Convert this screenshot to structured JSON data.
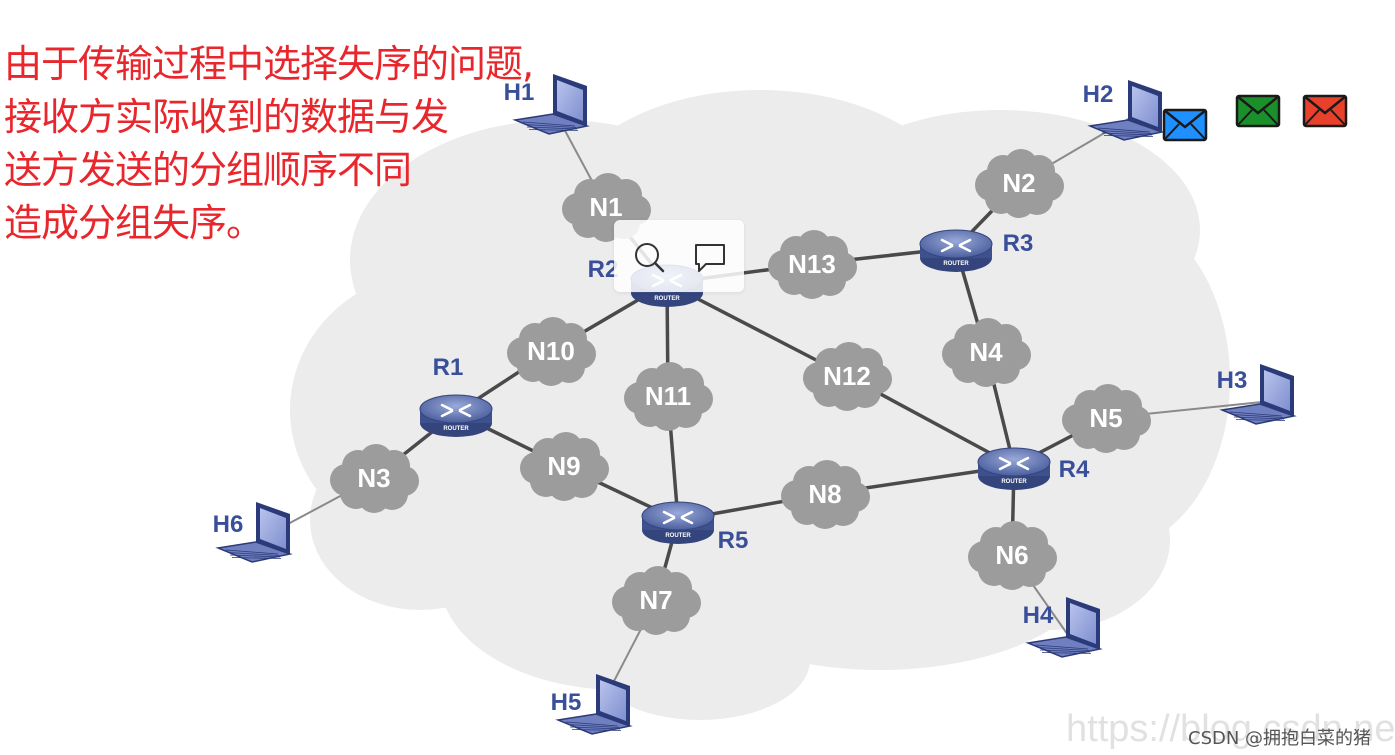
{
  "caption": {
    "line1": "由于传输过程中选择失序的问题,",
    "line2": "接收方实际收到的数据与发",
    "line3": "送方发送的分组顺序不同",
    "line4": "造成分组失序。"
  },
  "nodes": {
    "hosts": [
      "H1",
      "H2",
      "H3",
      "H4",
      "H5",
      "H6"
    ],
    "routers": [
      "R1",
      "R2",
      "R3",
      "R4",
      "R5"
    ],
    "networks": [
      "N1",
      "N2",
      "N3",
      "N4",
      "N5",
      "N6",
      "N7",
      "N8",
      "N9",
      "N10",
      "N11",
      "N12",
      "N13"
    ],
    "router_badge": "ROUTER"
  },
  "edges": [
    [
      "H1",
      "N1"
    ],
    [
      "N1",
      "R2"
    ],
    [
      "R2",
      "N13"
    ],
    [
      "N13",
      "R3"
    ],
    [
      "R3",
      "N2"
    ],
    [
      "N2",
      "H2"
    ],
    [
      "R3",
      "N4"
    ],
    [
      "N4",
      "R4"
    ],
    [
      "R4",
      "N5"
    ],
    [
      "N5",
      "H3"
    ],
    [
      "R4",
      "N6"
    ],
    [
      "N6",
      "H4"
    ],
    [
      "R2",
      "N10"
    ],
    [
      "N10",
      "R1"
    ],
    [
      "R1",
      "N3"
    ],
    [
      "N3",
      "H6"
    ],
    [
      "R1",
      "N9"
    ],
    [
      "N9",
      "R5"
    ],
    [
      "R2",
      "N11"
    ],
    [
      "N11",
      "R5"
    ],
    [
      "R2",
      "N12"
    ],
    [
      "N12",
      "R4"
    ],
    [
      "R5",
      "N8"
    ],
    [
      "N8",
      "R4"
    ],
    [
      "R5",
      "N7"
    ],
    [
      "N7",
      "H5"
    ]
  ],
  "envelopes": [
    {
      "color": "#1e90ff"
    },
    {
      "color": "#1a8f2a"
    },
    {
      "color": "#e8402a"
    }
  ],
  "toolbar": {
    "icons": [
      "search-icon",
      "comment-icon"
    ]
  },
  "watermark": "https://blog.csdn.net/m",
  "credit": "CSDN @拥抱白菜的猪"
}
